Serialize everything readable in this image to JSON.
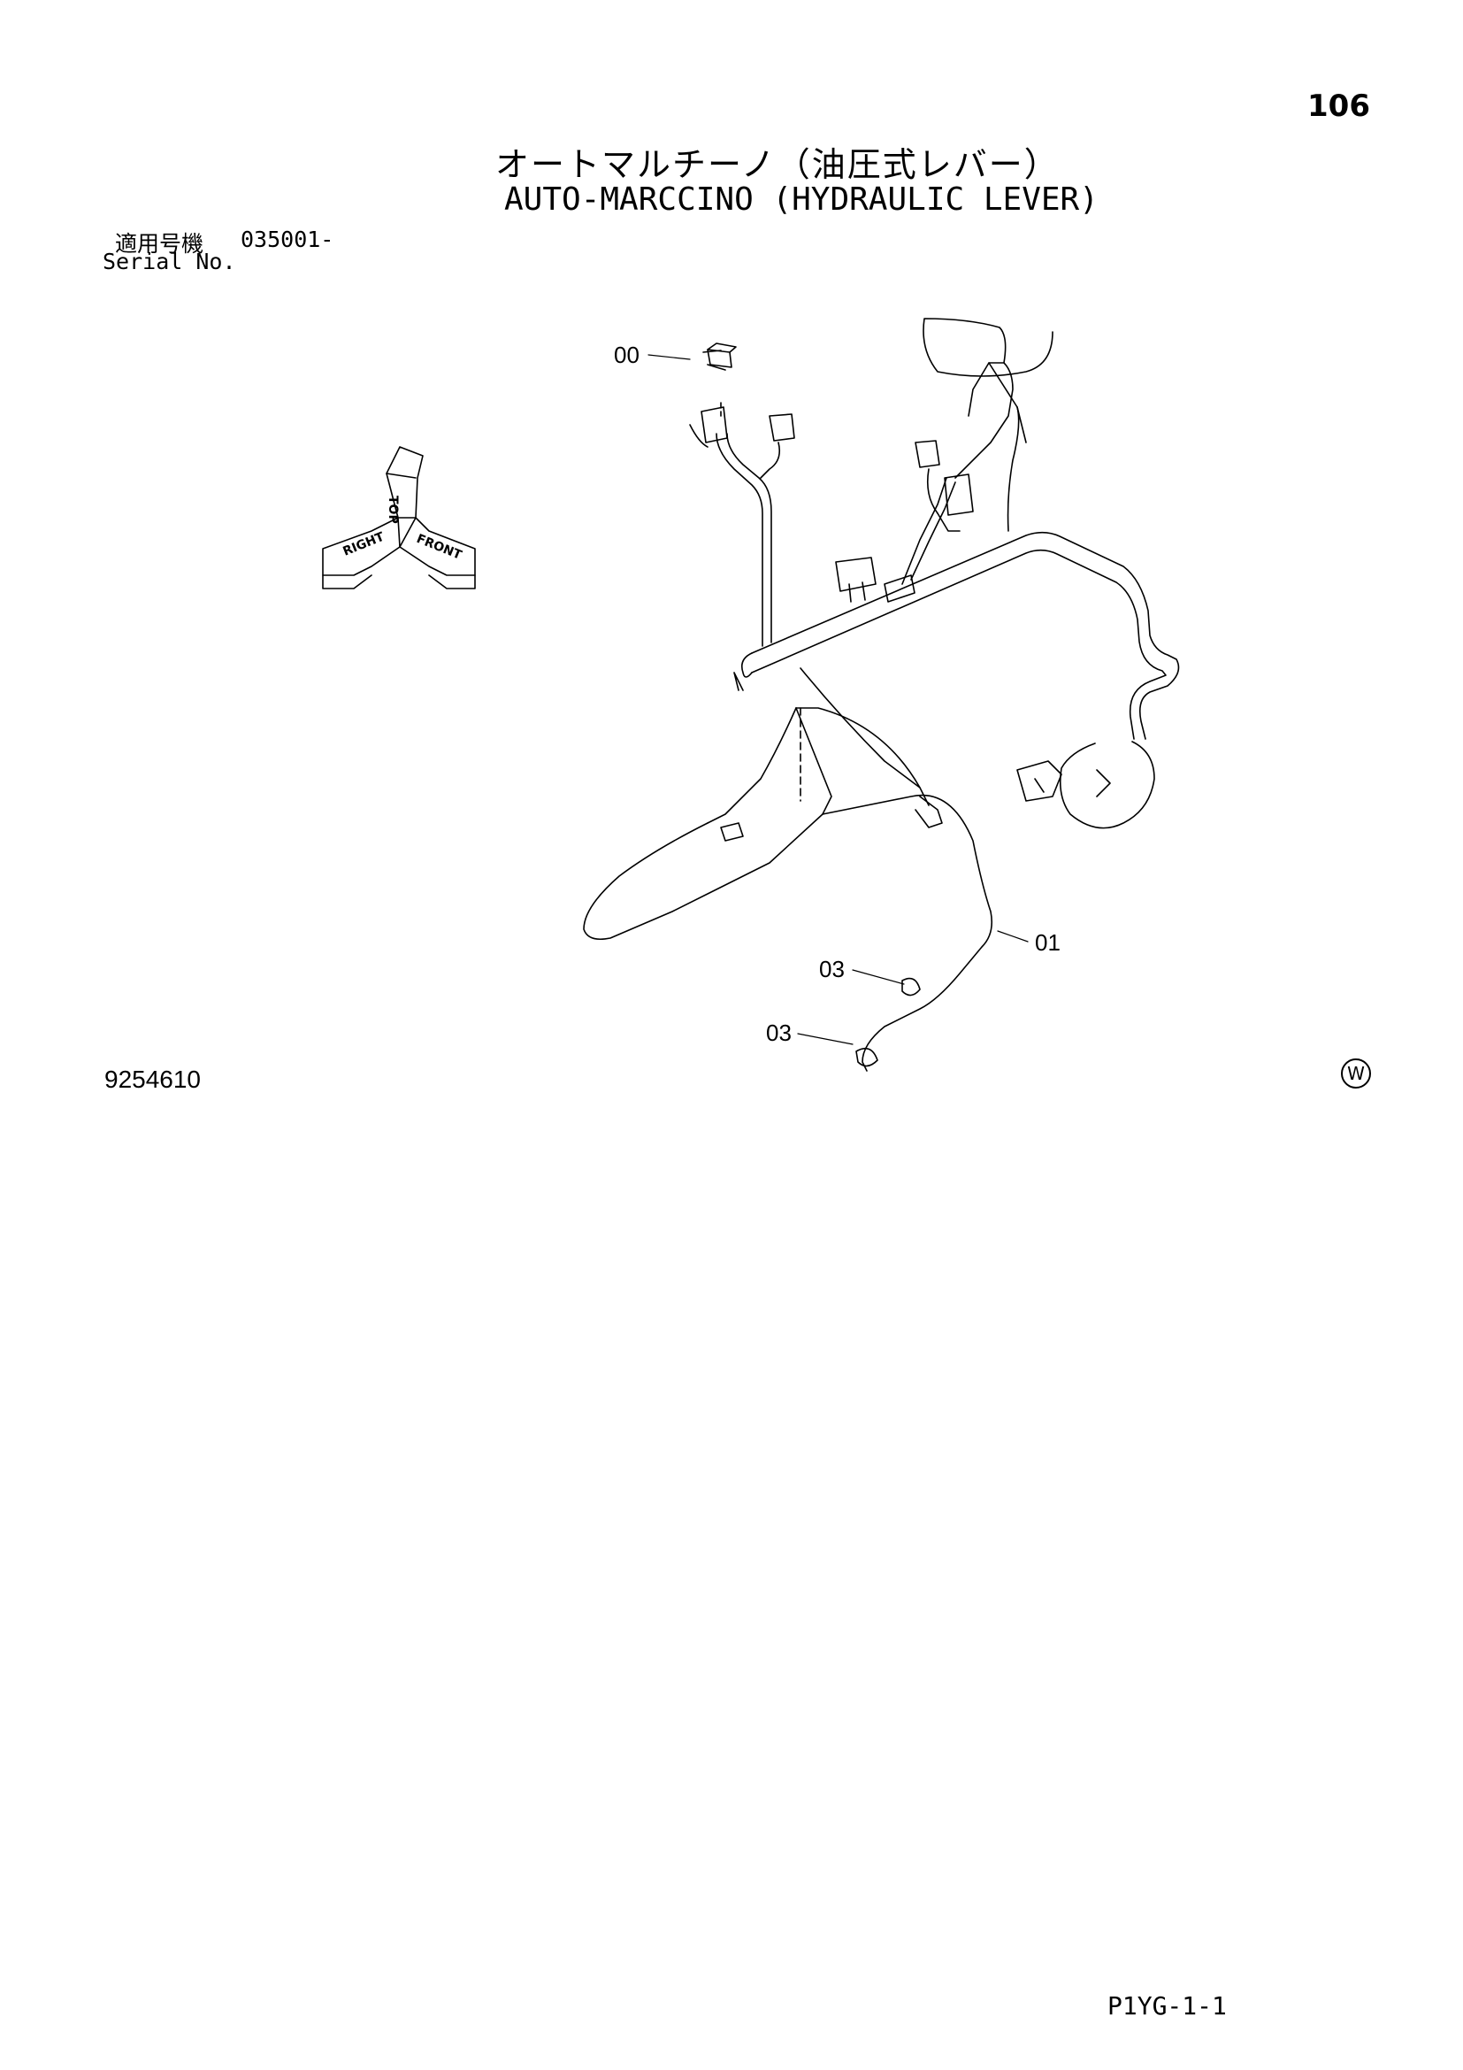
{
  "page": {
    "number": "106",
    "title_jp": "オートマルチーノ（油圧式レバー）",
    "title_en": "AUTO-MARCCINO (HYDRAULIC LEVER)",
    "serial_label_jp": "適用号機",
    "serial_value": "035001-",
    "serial_label_en": "Serial No.",
    "drawing_number": "9254610",
    "w_mark": "W",
    "page_code": "P1YG-1-1"
  },
  "orientation": {
    "top": "TOP",
    "right": "RIGHT",
    "front": "FRONT"
  },
  "callouts": [
    {
      "label": "00"
    },
    {
      "label": "01"
    },
    {
      "label": "03"
    },
    {
      "label": "03"
    }
  ]
}
